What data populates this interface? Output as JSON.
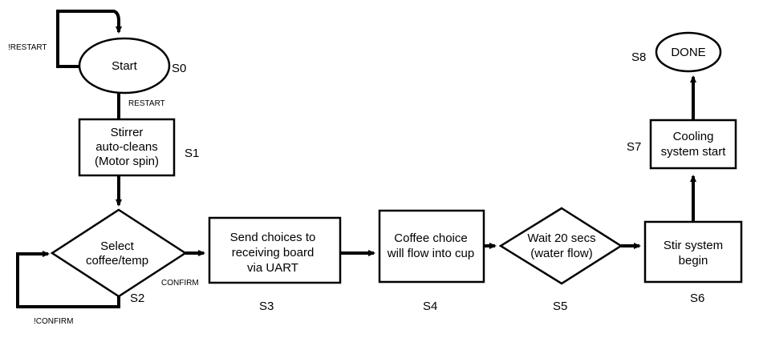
{
  "nodes": {
    "start": {
      "text": [
        "Start"
      ],
      "state": "S0"
    },
    "stirrer": {
      "text": [
        "Stirrer",
        "auto-cleans",
        "(Motor spin)"
      ],
      "state": "S1"
    },
    "select": {
      "text": [
        "Select",
        "coffee/temp"
      ],
      "state": "S2"
    },
    "send": {
      "text": [
        "Send choices to",
        "receiving board",
        "via UART"
      ],
      "state": "S3"
    },
    "flow": {
      "text": [
        "Coffee choice",
        "will flow into cup"
      ],
      "state": "S4"
    },
    "wait": {
      "text": [
        "Wait 20 secs",
        "(water flow)"
      ],
      "state": "S5"
    },
    "stir": {
      "text": [
        "Stir system",
        "begin"
      ],
      "state": "S6"
    },
    "cooling": {
      "text": [
        "Cooling",
        "system start"
      ],
      "state": "S7"
    },
    "done": {
      "text": [
        "DONE"
      ],
      "state": "S8"
    }
  },
  "edge_labels": {
    "not_restart": "!RESTART",
    "restart": "RESTART",
    "confirm": "CONFIRM",
    "not_confirm": "!CONFIRM"
  }
}
